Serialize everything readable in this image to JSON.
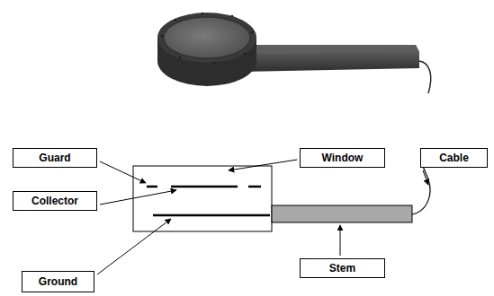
{
  "diagram": {
    "nodes": [
      {
        "text": [
          "Guard"
        ]
      },
      {
        "text": [
          "Window"
        ]
      },
      {
        "text": [
          "Cable"
        ]
      },
      {
        "text": [
          "Collector"
        ]
      },
      {
        "text": [
          "Stem"
        ]
      },
      {
        "text": [
          "Ground"
        ]
      }
    ]
  }
}
